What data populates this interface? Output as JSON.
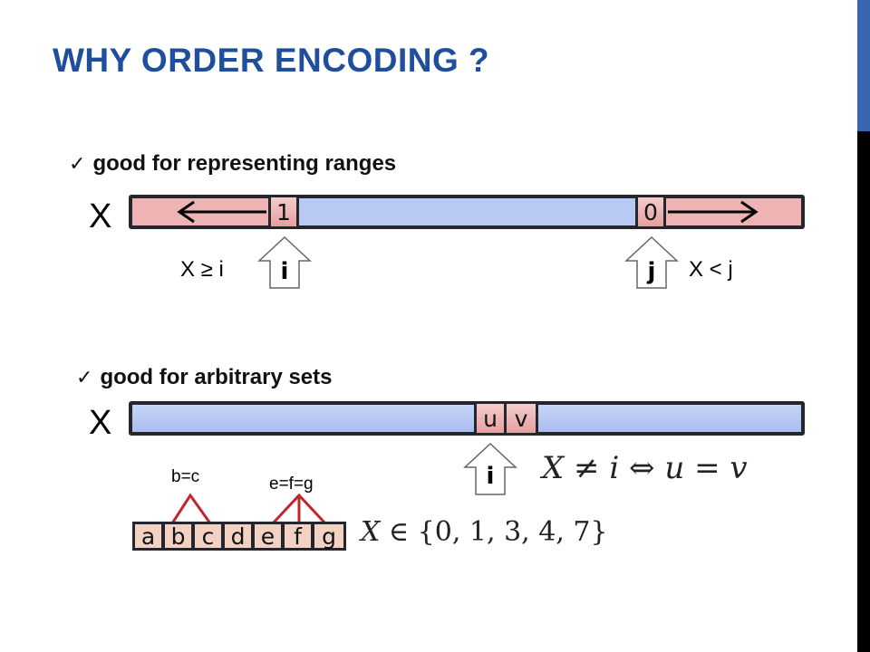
{
  "slide": {
    "title": "WHY ORDER ENCODING ?",
    "accent_color": "#1f4e9c",
    "side_bar_color": "#000000",
    "side_bar_accent": "#3a66b0"
  },
  "section1": {
    "bullet_text": "good for representing ranges",
    "variable": "X",
    "cell_left": "1",
    "cell_right": "0",
    "pointer_left": "i",
    "pointer_right": "j",
    "label_left": "X ≥ i",
    "label_right": "X < j"
  },
  "section2": {
    "bullet_text": "good for arbitrary sets",
    "variable": "X",
    "cell_u": "u",
    "cell_v": "v",
    "pointer": "i",
    "formula": {
      "lhs": "X",
      "neq": "≠",
      "i": "i",
      "iff": "⇔",
      "u": "u",
      "eq": "=",
      "v": "v"
    },
    "sequence": [
      "a",
      "b",
      "c",
      "d",
      "e",
      "f",
      "g"
    ],
    "group_label_1": "b=c",
    "group_label_2": "e=f=g",
    "set_formula": {
      "X": "X",
      "in": "∈",
      "set": "{0, 1, 3, 4, 7}"
    }
  },
  "icons": {
    "bullet": "check-icon",
    "arrows": [
      "left-arrow-icon",
      "right-arrow-icon"
    ],
    "pointers": [
      "pointer-arrow-icon"
    ]
  }
}
